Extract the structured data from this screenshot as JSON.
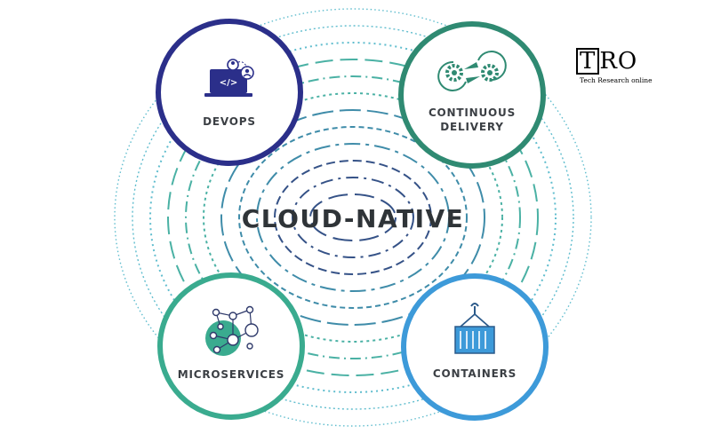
{
  "diagram": {
    "center_title": "CLOUD-NATIVE",
    "nodes": [
      {
        "id": "devops",
        "lines": [
          "DEVOPS"
        ],
        "color": "#2b2f8a",
        "icon": "laptop-code-icon"
      },
      {
        "id": "delivery",
        "lines": [
          "CONTINUOUS",
          "DELIVERY"
        ],
        "color": "#2f8a72",
        "icon": "gears-cycle-icon"
      },
      {
        "id": "microservices",
        "lines": [
          "MICROSERVICES"
        ],
        "color": "#3aab8f",
        "icon": "network-nodes-icon"
      },
      {
        "id": "containers",
        "lines": [
          "CONTAINERS"
        ],
        "color": "#3d9ad9",
        "icon": "shipping-container-icon"
      }
    ],
    "ring_colors": [
      "#1f3f7a",
      "#2a7fa0",
      "#36a89a",
      "#4fb6c9"
    ]
  },
  "logo": {
    "letters_boxed": "T",
    "letters_rest": "RO",
    "subtitle": "Tech Research online"
  }
}
